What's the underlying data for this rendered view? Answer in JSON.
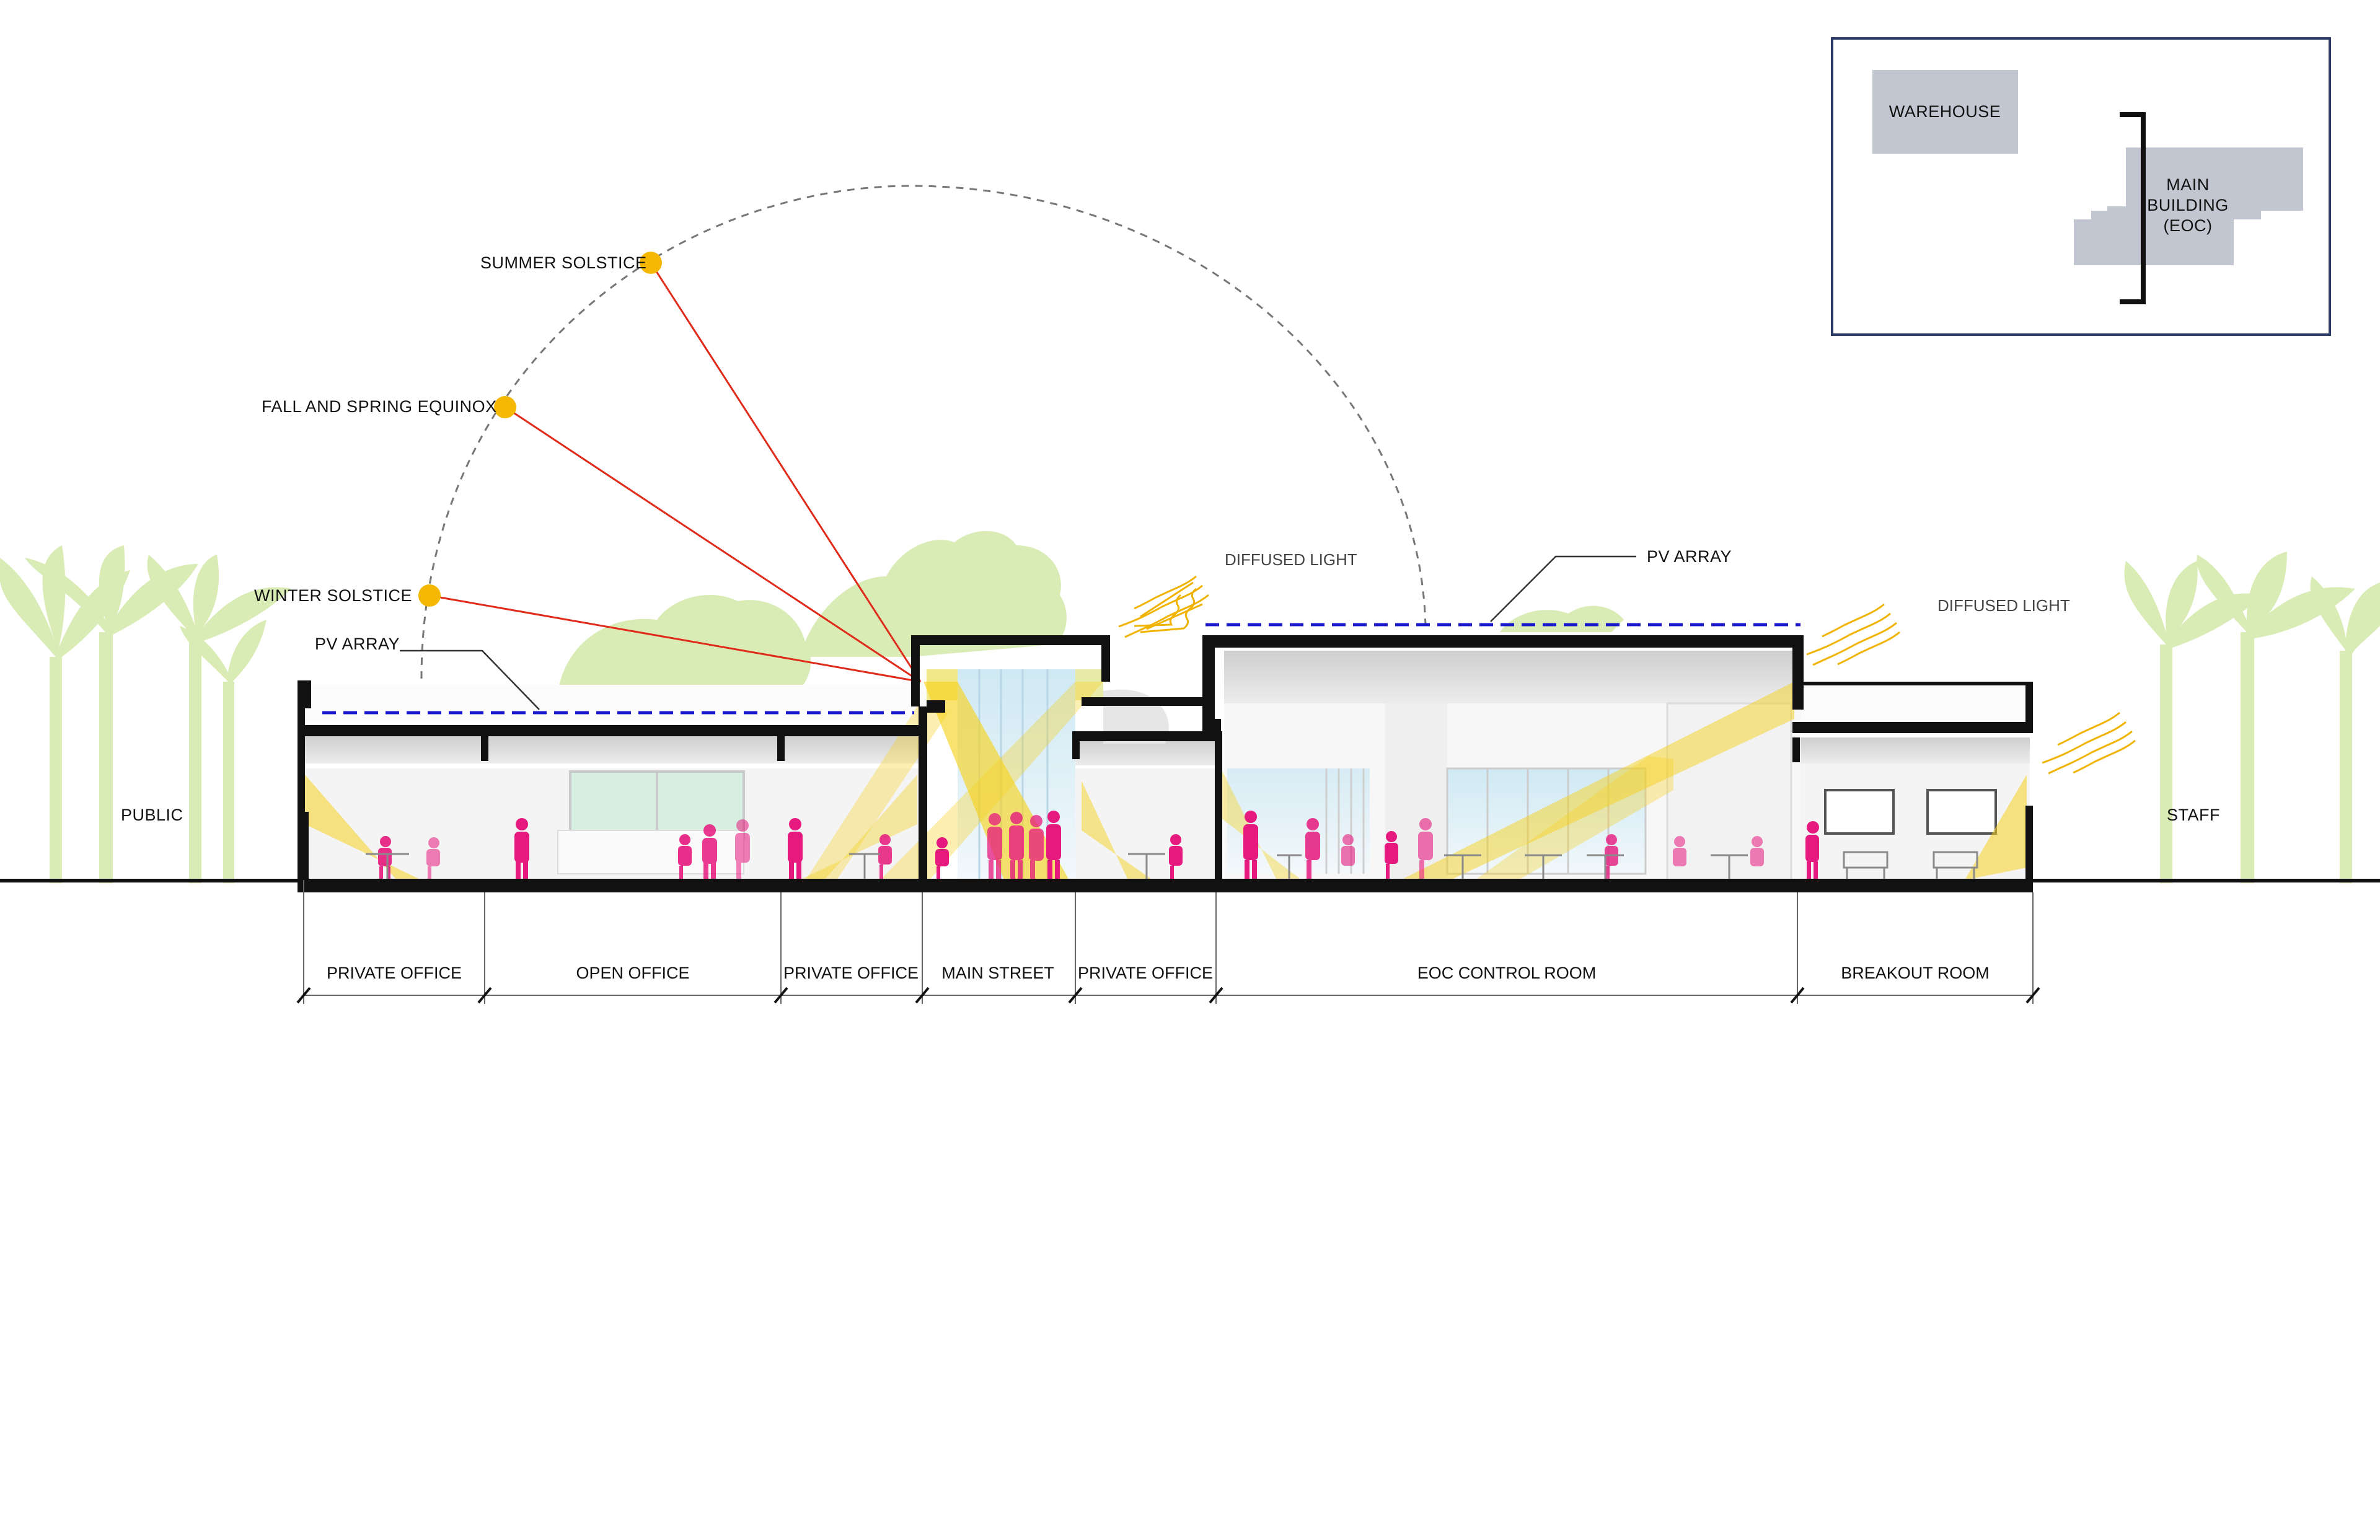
{
  "sun_path": {
    "summer": "SUMMER SOLSTICE",
    "equinox": "FALL AND SPRING EQUINOX",
    "winter": "WINTER SOLSTICE"
  },
  "annotations": {
    "pv_array_left": "PV ARRAY",
    "pv_array_right": "PV ARRAY",
    "diffused_light_center": "DIFFUSED LIGHT",
    "diffused_light_right": "DIFFUSED LIGHT"
  },
  "zones": {
    "public": "PUBLIC",
    "staff": "STAFF"
  },
  "rooms": [
    "PRIVATE OFFICE",
    "OPEN OFFICE",
    "PRIVATE OFFICE",
    "MAIN STREET",
    "PRIVATE OFFICE",
    "EOC CONTROL ROOM",
    "BREAKOUT ROOM"
  ],
  "key_plan": {
    "warehouse": "WAREHOUSE",
    "main_line1": "MAIN",
    "main_line2": "BUILDING",
    "main_line3": "(EOC)"
  },
  "colors": {
    "sun": "#f5b800",
    "sun_ray": "#e02a1a",
    "pv_array": "#1a1acc",
    "people": "#e6197e",
    "light_cone": "#f6d21f",
    "trees": "#d9ecb5",
    "key_plan_border": "#2b3a66",
    "key_plan_fill": "#c2c6d0"
  }
}
